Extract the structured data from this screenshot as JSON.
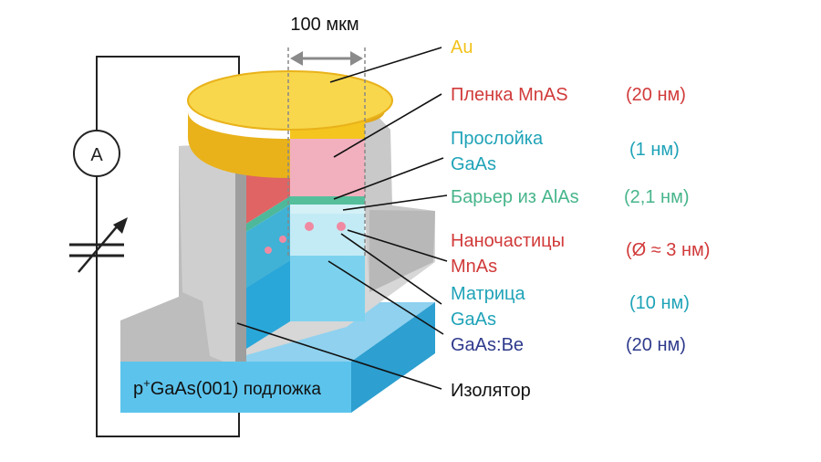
{
  "scale": {
    "label": "100 мкм"
  },
  "ammeter": {
    "symbol": "A"
  },
  "substrate": {
    "prefix": "p",
    "sup": "+",
    "main": "GaAs(001)",
    "word": " подложка"
  },
  "labels": [
    {
      "id": "au",
      "lines": [
        "Au"
      ],
      "value": "",
      "color": "#f2c21b"
    },
    {
      "id": "mnas-film",
      "lines": [
        "Пленка MnAS"
      ],
      "value": "(20 нм)",
      "color": "#d13a3a"
    },
    {
      "id": "gaas-interlayer",
      "lines": [
        "Прослойка",
        "GaAs"
      ],
      "value": "(1 нм)",
      "color": "#1fa3b8"
    },
    {
      "id": "alas-barrier",
      "lines": [
        "Барьер из AlAs"
      ],
      "value": "(2,1 нм)",
      "color": "#47b58b"
    },
    {
      "id": "nanoparticles",
      "lines": [
        "Наночастицы",
        "MnAs"
      ],
      "value": "(Ø ≈ 3 нм)",
      "color": "#d13a3a"
    },
    {
      "id": "gaas-matrix",
      "lines": [
        "Матрица",
        "GaAs"
      ],
      "value": "(10 нм)",
      "color": "#1fa3b8"
    },
    {
      "id": "gaas-be",
      "lines": [
        "GaAs:Be"
      ],
      "value": "(20 нм)",
      "color": "#2e3a8c"
    },
    {
      "id": "insulator",
      "lines": [
        "Изолятор"
      ],
      "value": "",
      "color": "#111111"
    }
  ]
}
